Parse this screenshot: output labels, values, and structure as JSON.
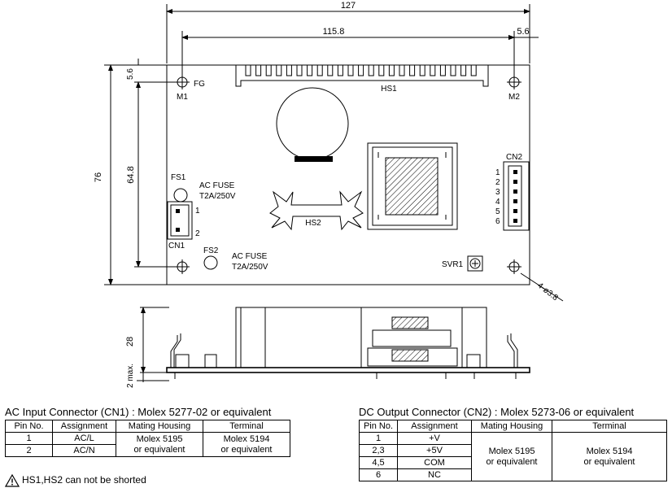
{
  "dims": {
    "width_total": "127",
    "width_holes": "115.8",
    "hole_offset_x": "5.6",
    "hole_offset_y": "5.6",
    "height_total": "76",
    "height_holes": "64.8",
    "side_height": "28",
    "side_standoff": "2 max.",
    "hole_spec": "4-ø3.8"
  },
  "board": {
    "fg": "FG",
    "m1": "M1",
    "m2": "M2",
    "hs1": "HS1",
    "hs2": "HS2",
    "fs1": "FS1",
    "fs2": "FS2",
    "fuse1": [
      "AC FUSE",
      "T2A/250V"
    ],
    "fuse2": [
      "AC FUSE",
      "T2A/250V"
    ],
    "cn1": "CN1",
    "cn1_pins": [
      "1",
      "2"
    ],
    "cn2": "CN2",
    "cn2_pins": [
      "1",
      "2",
      "3",
      "4",
      "5",
      "6"
    ],
    "svr1": "SVR1"
  },
  "ac_table": {
    "title": "AC Input Connector (CN1) : Molex 5277-02  or equivalent",
    "headers": [
      "Pin No.",
      "Assignment",
      "Mating Housing",
      "Terminal"
    ],
    "rows": [
      [
        "1",
        "AC/L"
      ],
      [
        "2",
        "AC/N"
      ]
    ],
    "housing": [
      "Molex 5195",
      "or equivalent"
    ],
    "terminal": [
      "Molex 5194",
      "or equivalent"
    ]
  },
  "dc_table": {
    "title": "DC Output Connector (CN2) : Molex 5273-06 or equivalent",
    "headers": [
      "Pin No.",
      "Assignment",
      "Mating Housing",
      "Terminal"
    ],
    "rows": [
      [
        "1",
        "+V"
      ],
      [
        "2,3",
        "+5V"
      ],
      [
        "4,5",
        "COM"
      ],
      [
        "6",
        "NC"
      ]
    ],
    "housing": [
      "Molex 5195",
      "or equivalent"
    ],
    "terminal": [
      "Molex 5194",
      "or equivalent"
    ]
  },
  "warning": "HS1,HS2 can not be shorted",
  "icons": {
    "warning": "warning-triangle-icon"
  }
}
